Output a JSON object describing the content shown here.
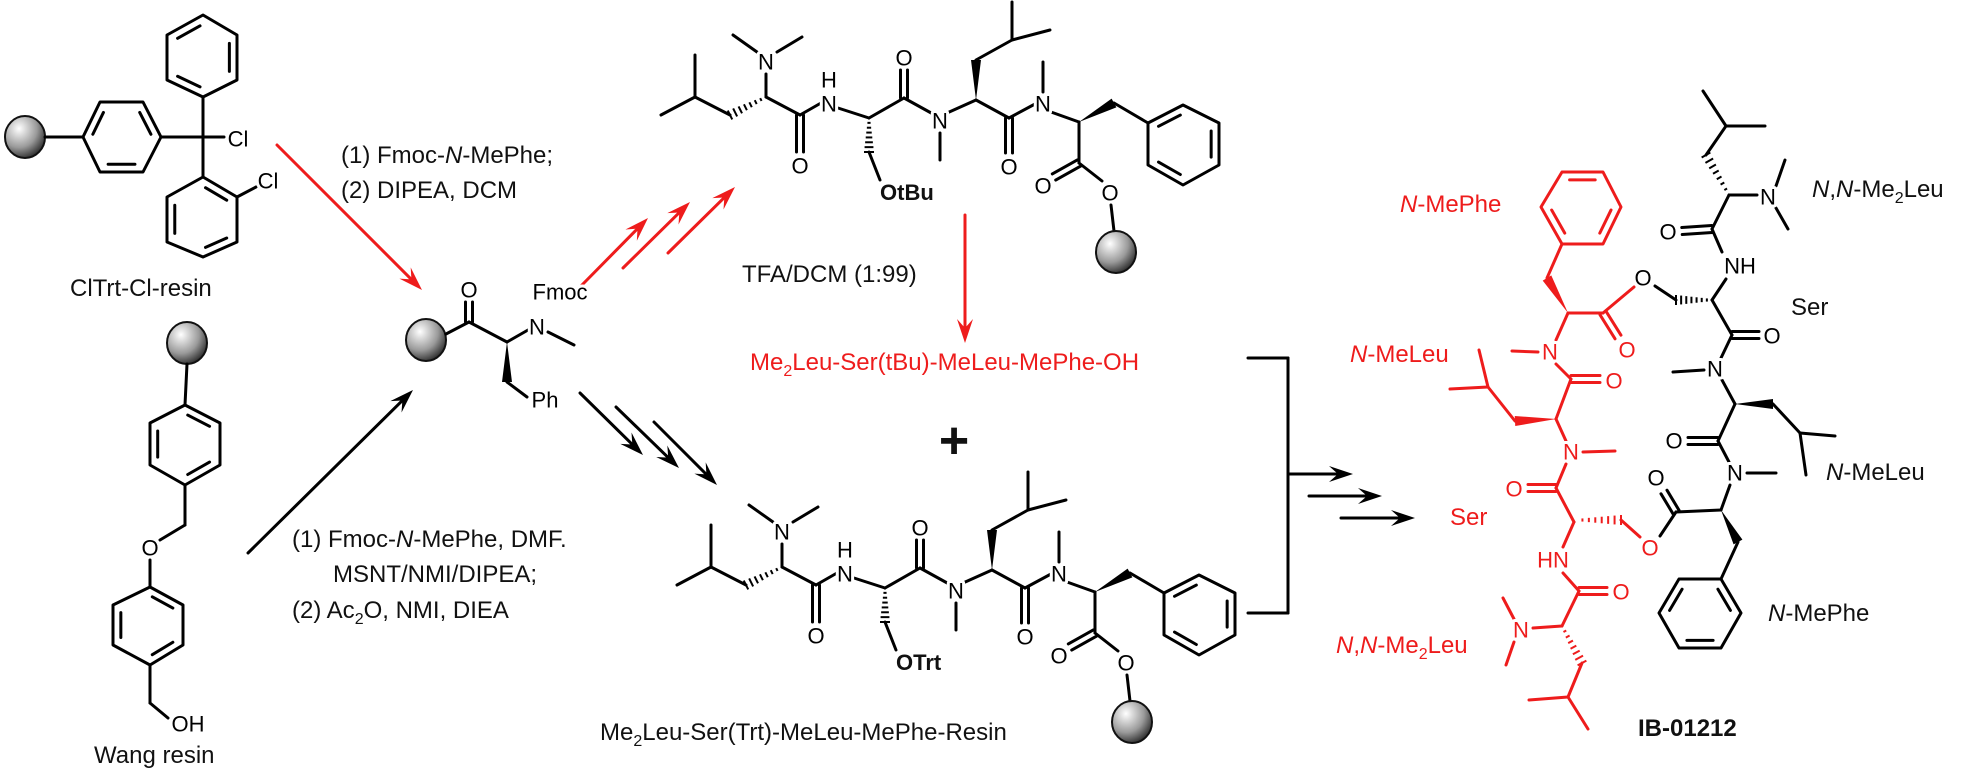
{
  "resins": {
    "cltrt_label": "ClTrt-Cl-resin",
    "wang_label": "Wang resin"
  },
  "atoms": {
    "O": "O",
    "N": "N",
    "H": "H",
    "NH": "NH",
    "HN": "HN",
    "Cl": "Cl",
    "OH": "OH",
    "Ph": "Ph",
    "Fmoc": "Fmoc"
  },
  "conditions": {
    "cltrt": {
      "l1_a": "(1) Fmoc-",
      "l1_b": "N",
      "l1_c": "-MePhe;",
      "l2": "(2) DIPEA, DCM"
    },
    "wang": {
      "l1_a": "(1) Fmoc-",
      "l1_b": "N",
      "l1_c": "-MePhe, DMF.",
      "l2": "MSNT/NMI/DIPEA;",
      "l3_a": "(2) Ac",
      "l3_sub": "2",
      "l3_b": "O, NMI, DIEA"
    },
    "cleavage": "TFA/DCM (1:99)"
  },
  "intermediates": {
    "top_side_chain": "OtBu",
    "bottom_side_chain": "OTrt",
    "plus": "+",
    "fragment_acid": {
      "a": "Me",
      "sub": "2",
      "b": "Leu-Ser(tBu)-MeLeu-MePhe-OH"
    },
    "fragment_resin": {
      "a": "Me",
      "sub": "2",
      "b": "Leu-Ser(Trt)-MeLeu-MePhe-Resin"
    }
  },
  "product": {
    "name": "IB-01212",
    "residues": {
      "italic_n": "N",
      "comma": ",",
      "mephe": "-MePhe",
      "meleu": "-MeLeu",
      "ser": "Ser",
      "me": "-Me",
      "sub2": "2",
      "leu": "Leu"
    }
  },
  "colors": {
    "highlight": "#ee1c1c",
    "ink": "#000000"
  }
}
